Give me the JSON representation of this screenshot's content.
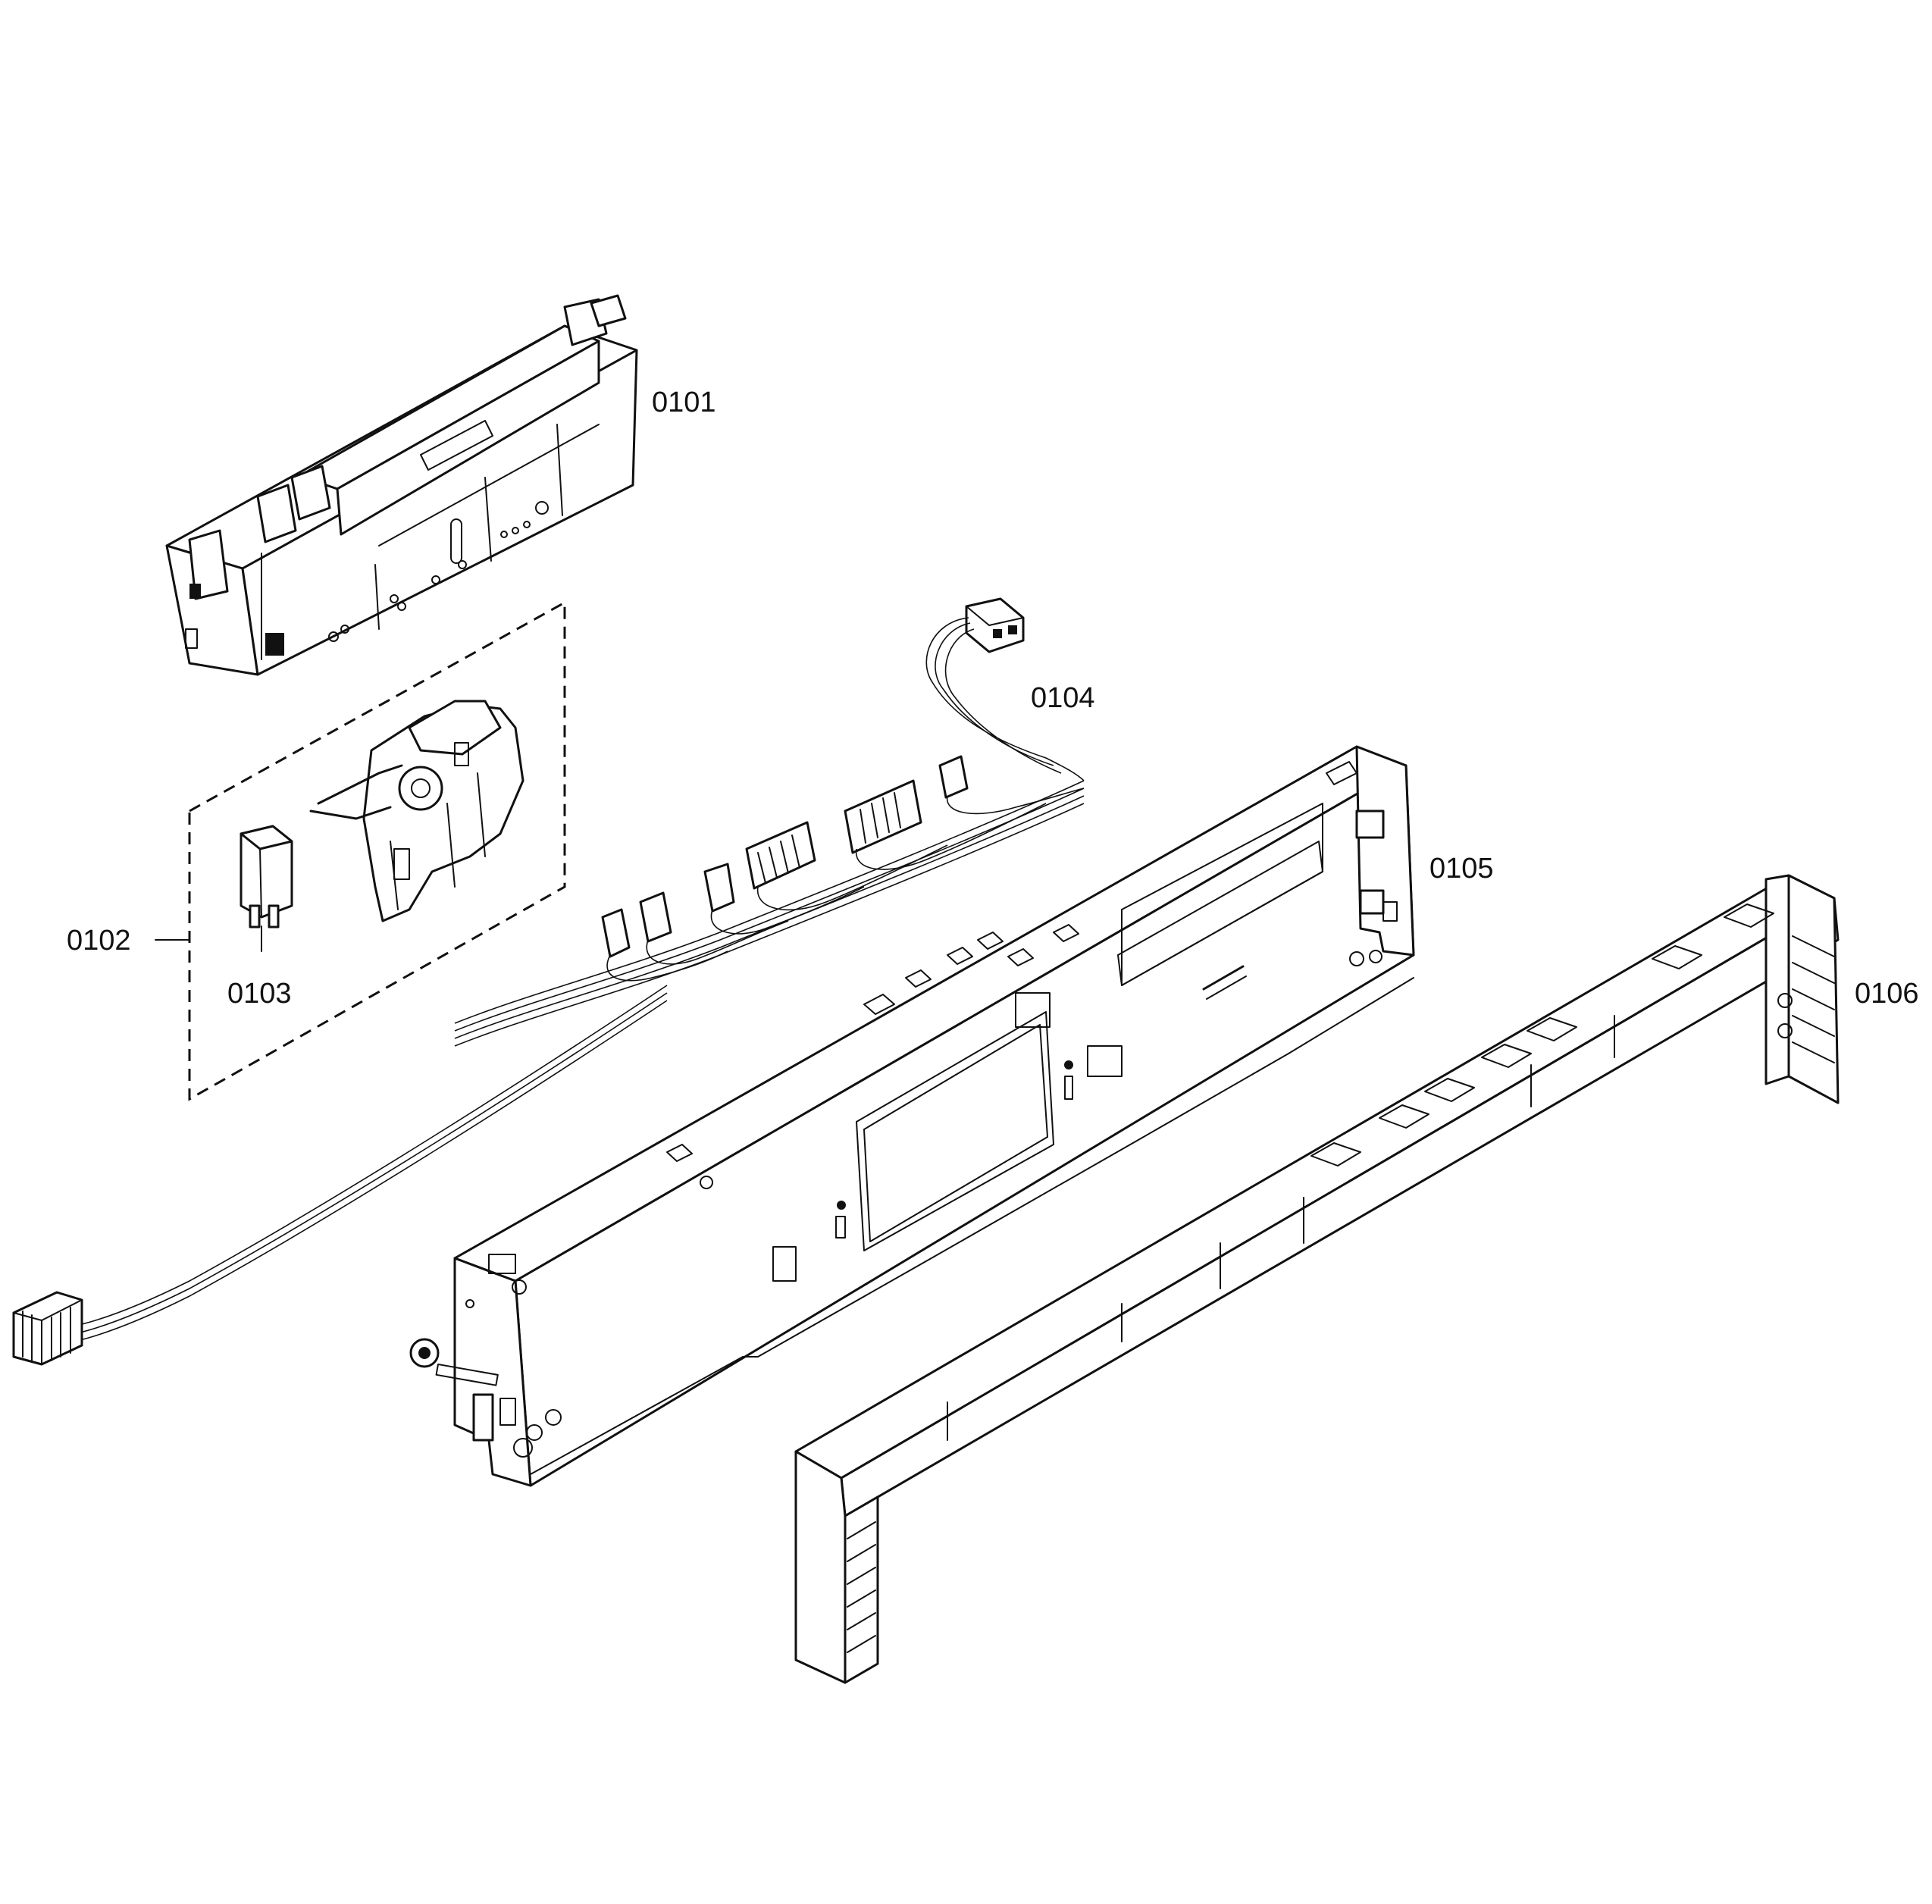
{
  "labels": {
    "p0101": "0101",
    "p0102": "0102",
    "p0103": "0103",
    "p0104": "0104",
    "p0105": "0105",
    "p0106": "0106"
  },
  "colors": {
    "line": "#111111",
    "background": "#ffffff"
  }
}
